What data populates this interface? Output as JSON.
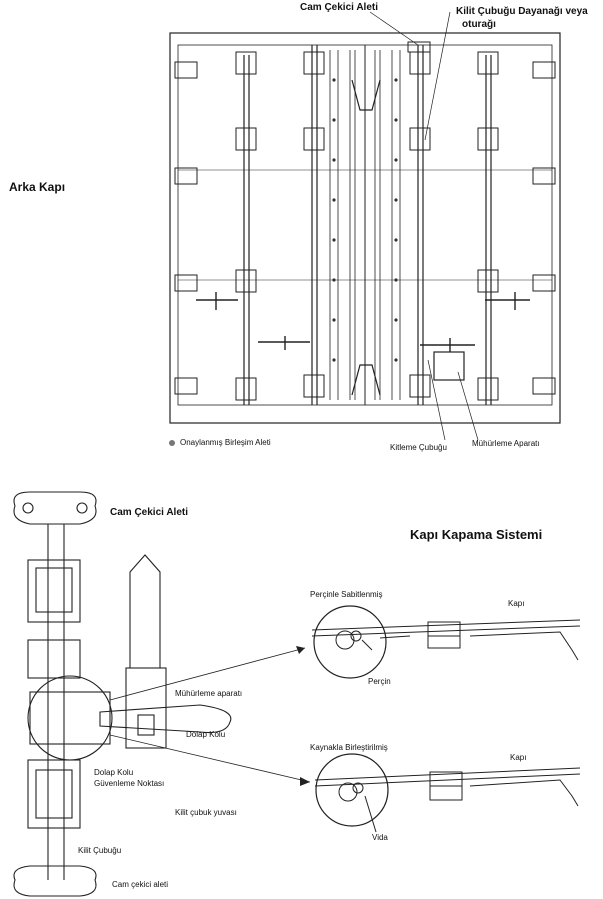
{
  "top": {
    "side_label": "Arka Kapı",
    "cam_cekici": "Cam Çekici Aleti",
    "kilit_dayanak_1": "Kilit Çubuğu Dayanağı veya",
    "kilit_dayanak_2": "oturağı",
    "onayli": "Onaylanmış Birleşim Aleti",
    "kitleme": "Kitleme Çubuğu",
    "muhurleme": "Mühürleme Aparatı"
  },
  "bottom": {
    "cam_cekici": "Cam Çekici Aleti",
    "title": "Kapı Kapama Sistemi",
    "percinle": "Perçinle Sabitlenmiş",
    "kapi_1": "Kapı",
    "percin": "Perçin",
    "muhurleme": "Mühürleme aparatı",
    "dolap_kolu": "Dolap Kolu",
    "guvenleme_1": "Dolap Kolu",
    "guvenleme_2": "Güvenleme Noktası",
    "kaynakla": "Kaynakla Birleştirilmiş",
    "kapi_2": "Kapı",
    "kilit_yuvasi": "Kilit çubuk yuvası",
    "vida": "Vida",
    "kilit_cubugu": "Kilit Çubuğu",
    "cam_cekici_2": "Cam çekici aleti"
  }
}
